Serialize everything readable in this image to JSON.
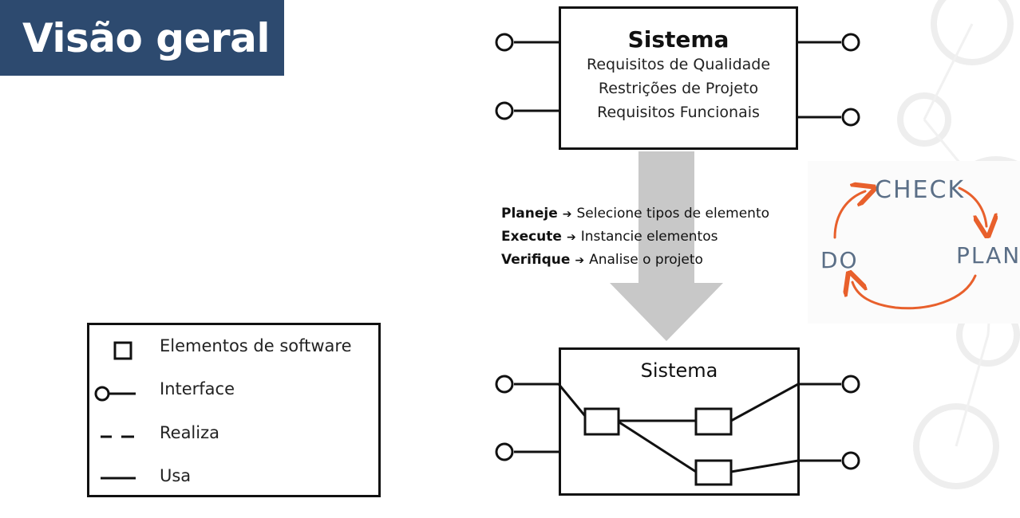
{
  "slide": {
    "title": "Visão geral"
  },
  "system_top": {
    "name": "Sistema",
    "requirements": [
      "Requisitos de Qualidade",
      "Restrições de Projeto",
      "Requisitos Funcionais"
    ]
  },
  "process_steps": [
    {
      "keyword": "Planeje",
      "arrow": "➔",
      "action": "Selecione  tipos de elemento"
    },
    {
      "keyword": "Execute",
      "arrow": "➔",
      "action": "Instancie elementos"
    },
    {
      "keyword": "Verifique",
      "arrow": "➔",
      "action": "Analise o projeto"
    }
  ],
  "pdca_cycle": {
    "check": "CHECK",
    "plan": "PLAN",
    "do": "DO",
    "arrow_color": "#e8602c"
  },
  "system_bottom": {
    "name": "Sistema"
  },
  "legend": {
    "items": [
      {
        "icon": "square-icon",
        "label": "Elementos de software"
      },
      {
        "icon": "interface-icon",
        "label": "Interface"
      },
      {
        "icon": "dashed-line-icon",
        "label": "Realiza"
      },
      {
        "icon": "solid-line-icon",
        "label": "Usa"
      }
    ]
  },
  "colors": {
    "title_banner": "#2d4a6f",
    "flow_arrow": "#c8c8c8",
    "line": "#111111"
  }
}
